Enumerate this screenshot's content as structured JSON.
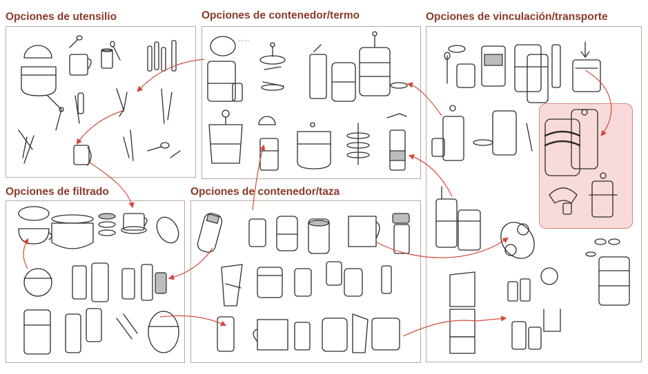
{
  "sections": {
    "utensilio": "Opciones de utensilio",
    "contenedor_termo": "Opciones de contenedor/termo",
    "vinculacion": "Opciones de vinculación/transporte",
    "filtrado": "Opciones de filtrado",
    "contenedor_taza": "Opciones de contenedor/taza"
  },
  "colors": {
    "title": "#8a3a28",
    "arrow": "#d14a3c",
    "highlight_fill": "#f8dada",
    "highlight_border": "#d9837c"
  }
}
